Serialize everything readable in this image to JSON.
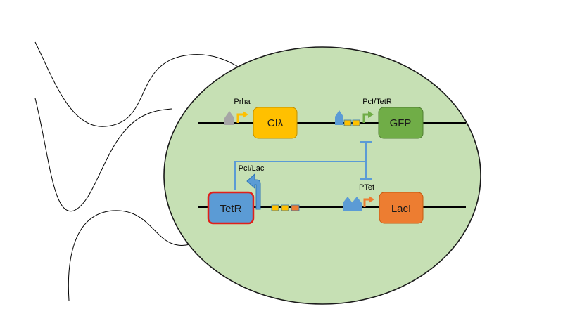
{
  "colors": {
    "cell_fill": "#c6e0b4",
    "cell_stroke": "#1a1a1a",
    "dna": "#000000",
    "cl_lambda": "#ffc000",
    "gfp": "#70ad47",
    "laci": "#ed7d31",
    "tetr": "#5b9bd5",
    "tetr_border": "#e0201b",
    "regulation": "#5b9bd5",
    "operator_gray": "#a6a6a6"
  },
  "plasmid_top": {
    "promoter_1_label": "Prha",
    "gene_1": "CIλ",
    "promoter_2_label": "PcI/TetR",
    "gene_2": "GFP"
  },
  "plasmid_bottom": {
    "gene_1": "TetR",
    "promoter_1_label": "PcI/Lac",
    "promoter_2_label": "PTet",
    "gene_2": "LacI"
  }
}
